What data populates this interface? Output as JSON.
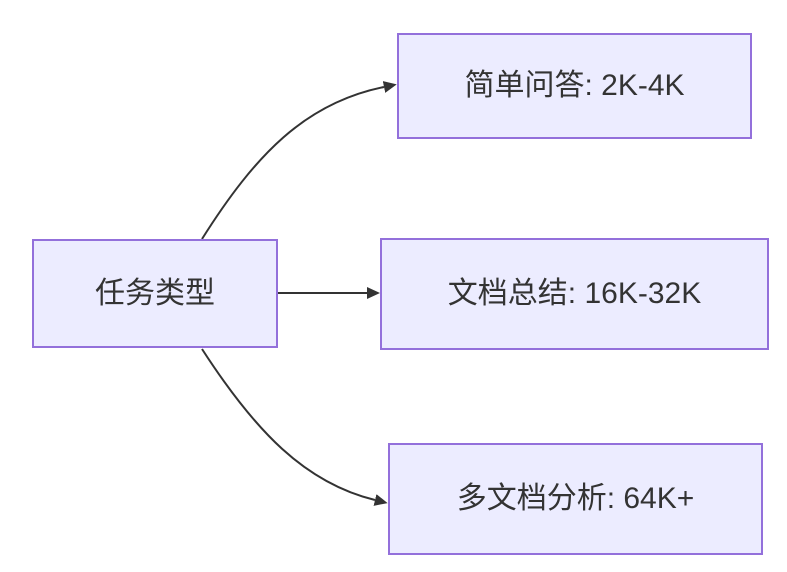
{
  "diagram": {
    "type": "flowchart",
    "direction": "left-to-right",
    "theme": {
      "background": "#FFFFFF",
      "node_fill": "#ECECFF",
      "node_border": "#9370DB",
      "edge_color": "#333333",
      "text_color": "#333333"
    },
    "nodes": {
      "root": {
        "label": "任务类型"
      },
      "simple_qa": {
        "label": "简单问答: 2K-4K"
      },
      "doc_summary": {
        "label": "文档总结: 16K-32K"
      },
      "multi_doc": {
        "label": "多文档分析: 64K+"
      }
    },
    "edges": [
      {
        "from": "root",
        "to": "simple_qa"
      },
      {
        "from": "root",
        "to": "doc_summary"
      },
      {
        "from": "root",
        "to": "multi_doc"
      }
    ]
  }
}
